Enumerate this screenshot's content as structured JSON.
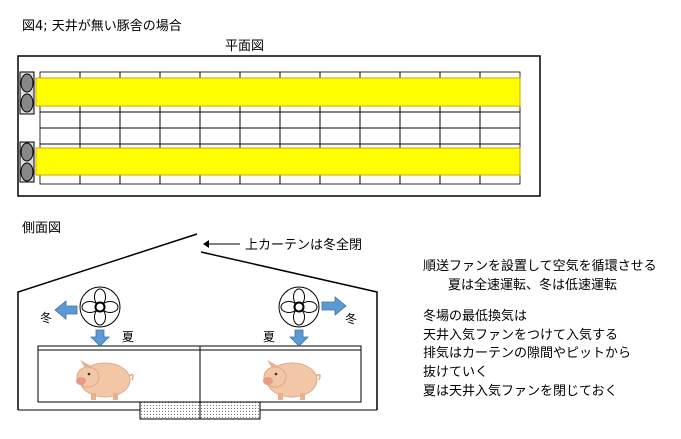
{
  "title": "図4; 天井が無い豚舎の場合",
  "plan": {
    "label": "平面図"
  },
  "side": {
    "label": "側面図",
    "curtain_label": "上カーテンは冬全閉",
    "winter_label": "冬",
    "summer_label": "夏"
  },
  "notes": {
    "line1": "順送ファンを設置して空気を循環させる",
    "line2": "夏は全速運転、冬は低速運転",
    "line3": "冬場の最低換気は",
    "line4": "天井入気ファンをつけて入気する",
    "line5": "排気はカーテンの隙間やピットから",
    "line6": "抜けていく",
    "line7": "夏は天井入気ファンを閉じておく"
  },
  "colors": {
    "highlight": "#ffff00",
    "highlight_border": "#d4a300",
    "arrow": "#5b9bd5",
    "pig": "#f2c7a6",
    "fan_gray": "#b0b0b0"
  }
}
